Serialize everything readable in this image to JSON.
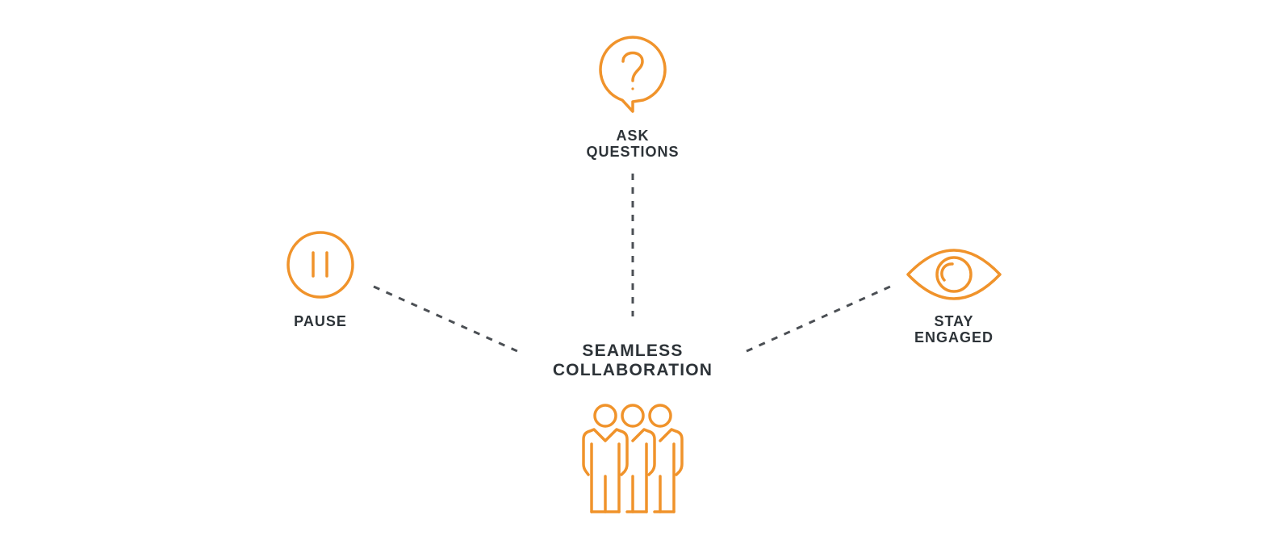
{
  "colors": {
    "accent": "#f0932b",
    "text": "#2d3338",
    "connector": "#4b4f54",
    "background": "#ffffff"
  },
  "center": {
    "icon": "people-group-icon",
    "label_line1": "SEAMLESS",
    "label_line2": "COLLABORATION"
  },
  "nodes": [
    {
      "id": "ask-questions",
      "icon": "question-speech-bubble-icon",
      "label_line1": "ASK",
      "label_line2": "QUESTIONS"
    },
    {
      "id": "pause",
      "icon": "pause-circle-icon",
      "label_line1": "PAUSE",
      "label_line2": ""
    },
    {
      "id": "stay-engaged",
      "icon": "eye-icon",
      "label_line1": "STAY",
      "label_line2": "ENGAGED"
    }
  ],
  "connectors": [
    {
      "from": "ask-questions",
      "to": "center",
      "style": "dashed"
    },
    {
      "from": "pause",
      "to": "center",
      "style": "dashed"
    },
    {
      "from": "stay-engaged",
      "to": "center",
      "style": "dashed"
    }
  ]
}
